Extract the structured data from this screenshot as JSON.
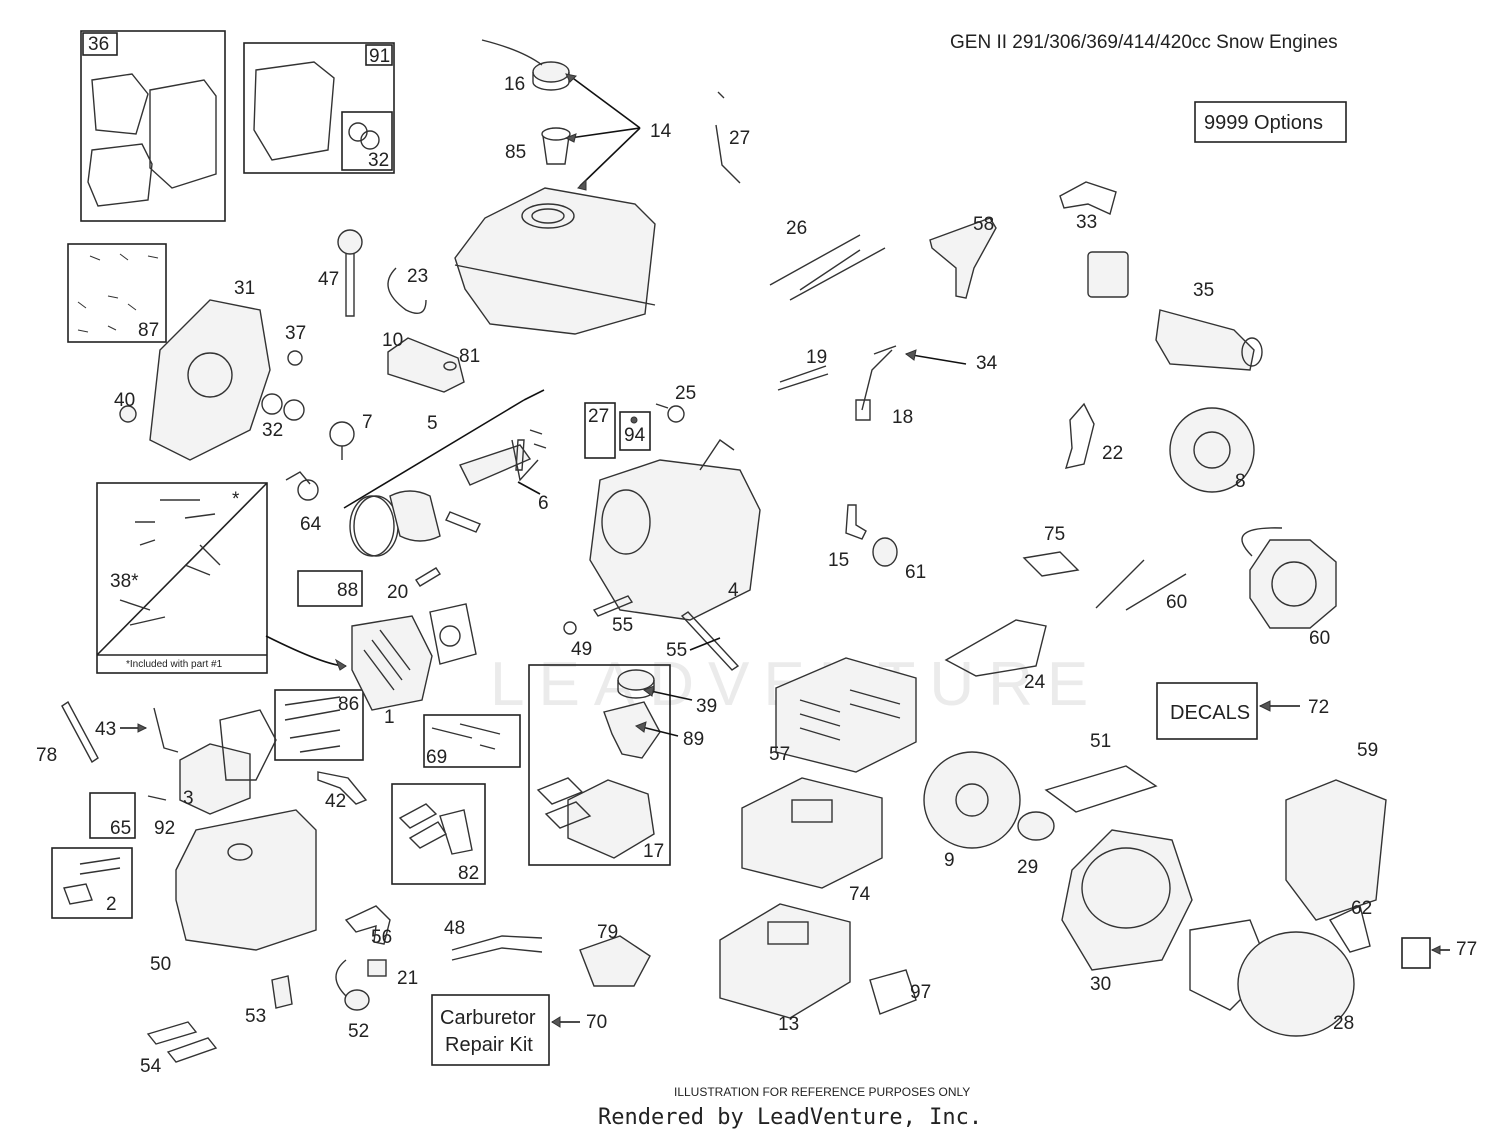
{
  "title": "GEN II 291/306/369/414/420cc Snow Engines",
  "options_box": "9999  Options",
  "decals_box": "DECALS",
  "carb_kit_box": {
    "line1": "Carburetor",
    "line2": "Repair Kit"
  },
  "included_note": "*Included with part #1",
  "asterisk": "*",
  "footer_note": "ILLUSTRATION FOR REFERENCE PURPOSES ONLY",
  "footer_render": "Rendered by LeadVenture, Inc.",
  "watermark": "LEADVENTURE",
  "callouts": {
    "c36": "36",
    "c91": "91",
    "c32a": "32",
    "c16": "16",
    "c14": "14",
    "c85": "85",
    "c27a": "27",
    "c26": "26",
    "c58": "58",
    "c33": "33",
    "c35": "35",
    "c31": "31",
    "c87": "87",
    "c47": "47",
    "c23": "23",
    "c37": "37",
    "c10": "10",
    "c81": "81",
    "c40": "40",
    "c32b": "32",
    "c7": "7",
    "c5": "5",
    "c27b": "27",
    "c94": "94",
    "c25": "25",
    "c19": "19",
    "c34": "34",
    "c18": "18",
    "c22": "22",
    "c8": "8",
    "c64": "64",
    "c6": "6",
    "c4": "4",
    "c38": "38*",
    "c88": "88",
    "c20": "20",
    "c15": "15",
    "c61": "61",
    "c75": "75",
    "c60a": "60",
    "c60b": "60",
    "c49": "49",
    "c55a": "55",
    "c55b": "55",
    "c1": "1",
    "c39": "39",
    "c89": "89",
    "c24": "24",
    "c72": "72",
    "c86": "86",
    "c57": "57",
    "c51": "51",
    "c59": "59",
    "c78": "78",
    "c43": "43",
    "c69": "69",
    "c3": "3",
    "c42": "42",
    "c92": "92",
    "c65": "65",
    "c17": "17",
    "c74": "74",
    "c9": "9",
    "c29": "29",
    "c2": "2",
    "c82": "82",
    "c62": "62",
    "c77": "77",
    "c50": "50",
    "c56": "56",
    "c48": "48",
    "c79": "79",
    "c21": "21",
    "c30": "30",
    "c53": "53",
    "c52": "52",
    "c70": "70",
    "c13": "13",
    "c97": "97",
    "c28": "28",
    "c54": "54"
  }
}
